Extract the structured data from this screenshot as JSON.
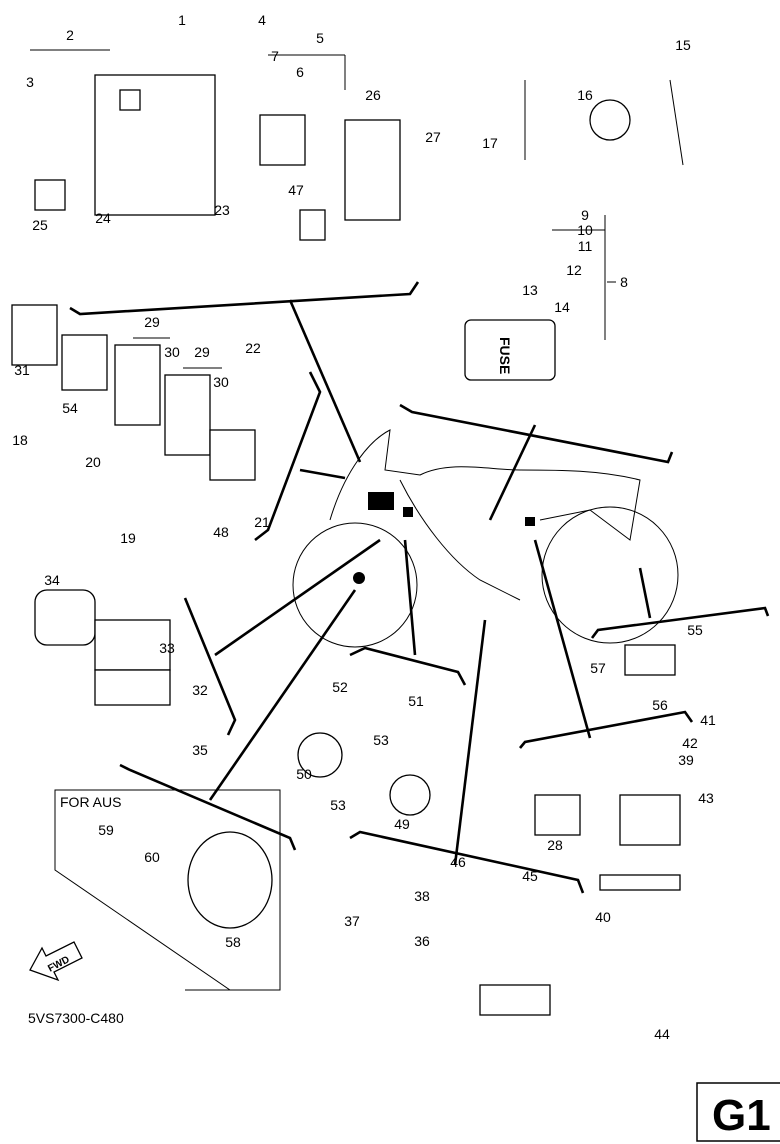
{
  "diagram": {
    "code": "5VS7300-C480",
    "page_label": "G1",
    "region_note": "FOR AUS",
    "fwd_label": "FWD",
    "fuse_label": "FUSE",
    "callouts": [
      "1",
      "2",
      "3",
      "4",
      "5",
      "6",
      "7",
      "8",
      "9",
      "10",
      "11",
      "12",
      "13",
      "14",
      "15",
      "16",
      "17",
      "18",
      "19",
      "20",
      "21",
      "22",
      "23",
      "24",
      "25",
      "26",
      "27",
      "28",
      "29",
      "29",
      "30",
      "30",
      "31",
      "32",
      "33",
      "34",
      "35",
      "36",
      "37",
      "38",
      "39",
      "40",
      "41",
      "42",
      "43",
      "44",
      "45",
      "46",
      "47",
      "48",
      "49",
      "50",
      "51",
      "52",
      "53",
      "53",
      "54",
      "55",
      "56",
      "57",
      "58",
      "59",
      "60"
    ]
  }
}
